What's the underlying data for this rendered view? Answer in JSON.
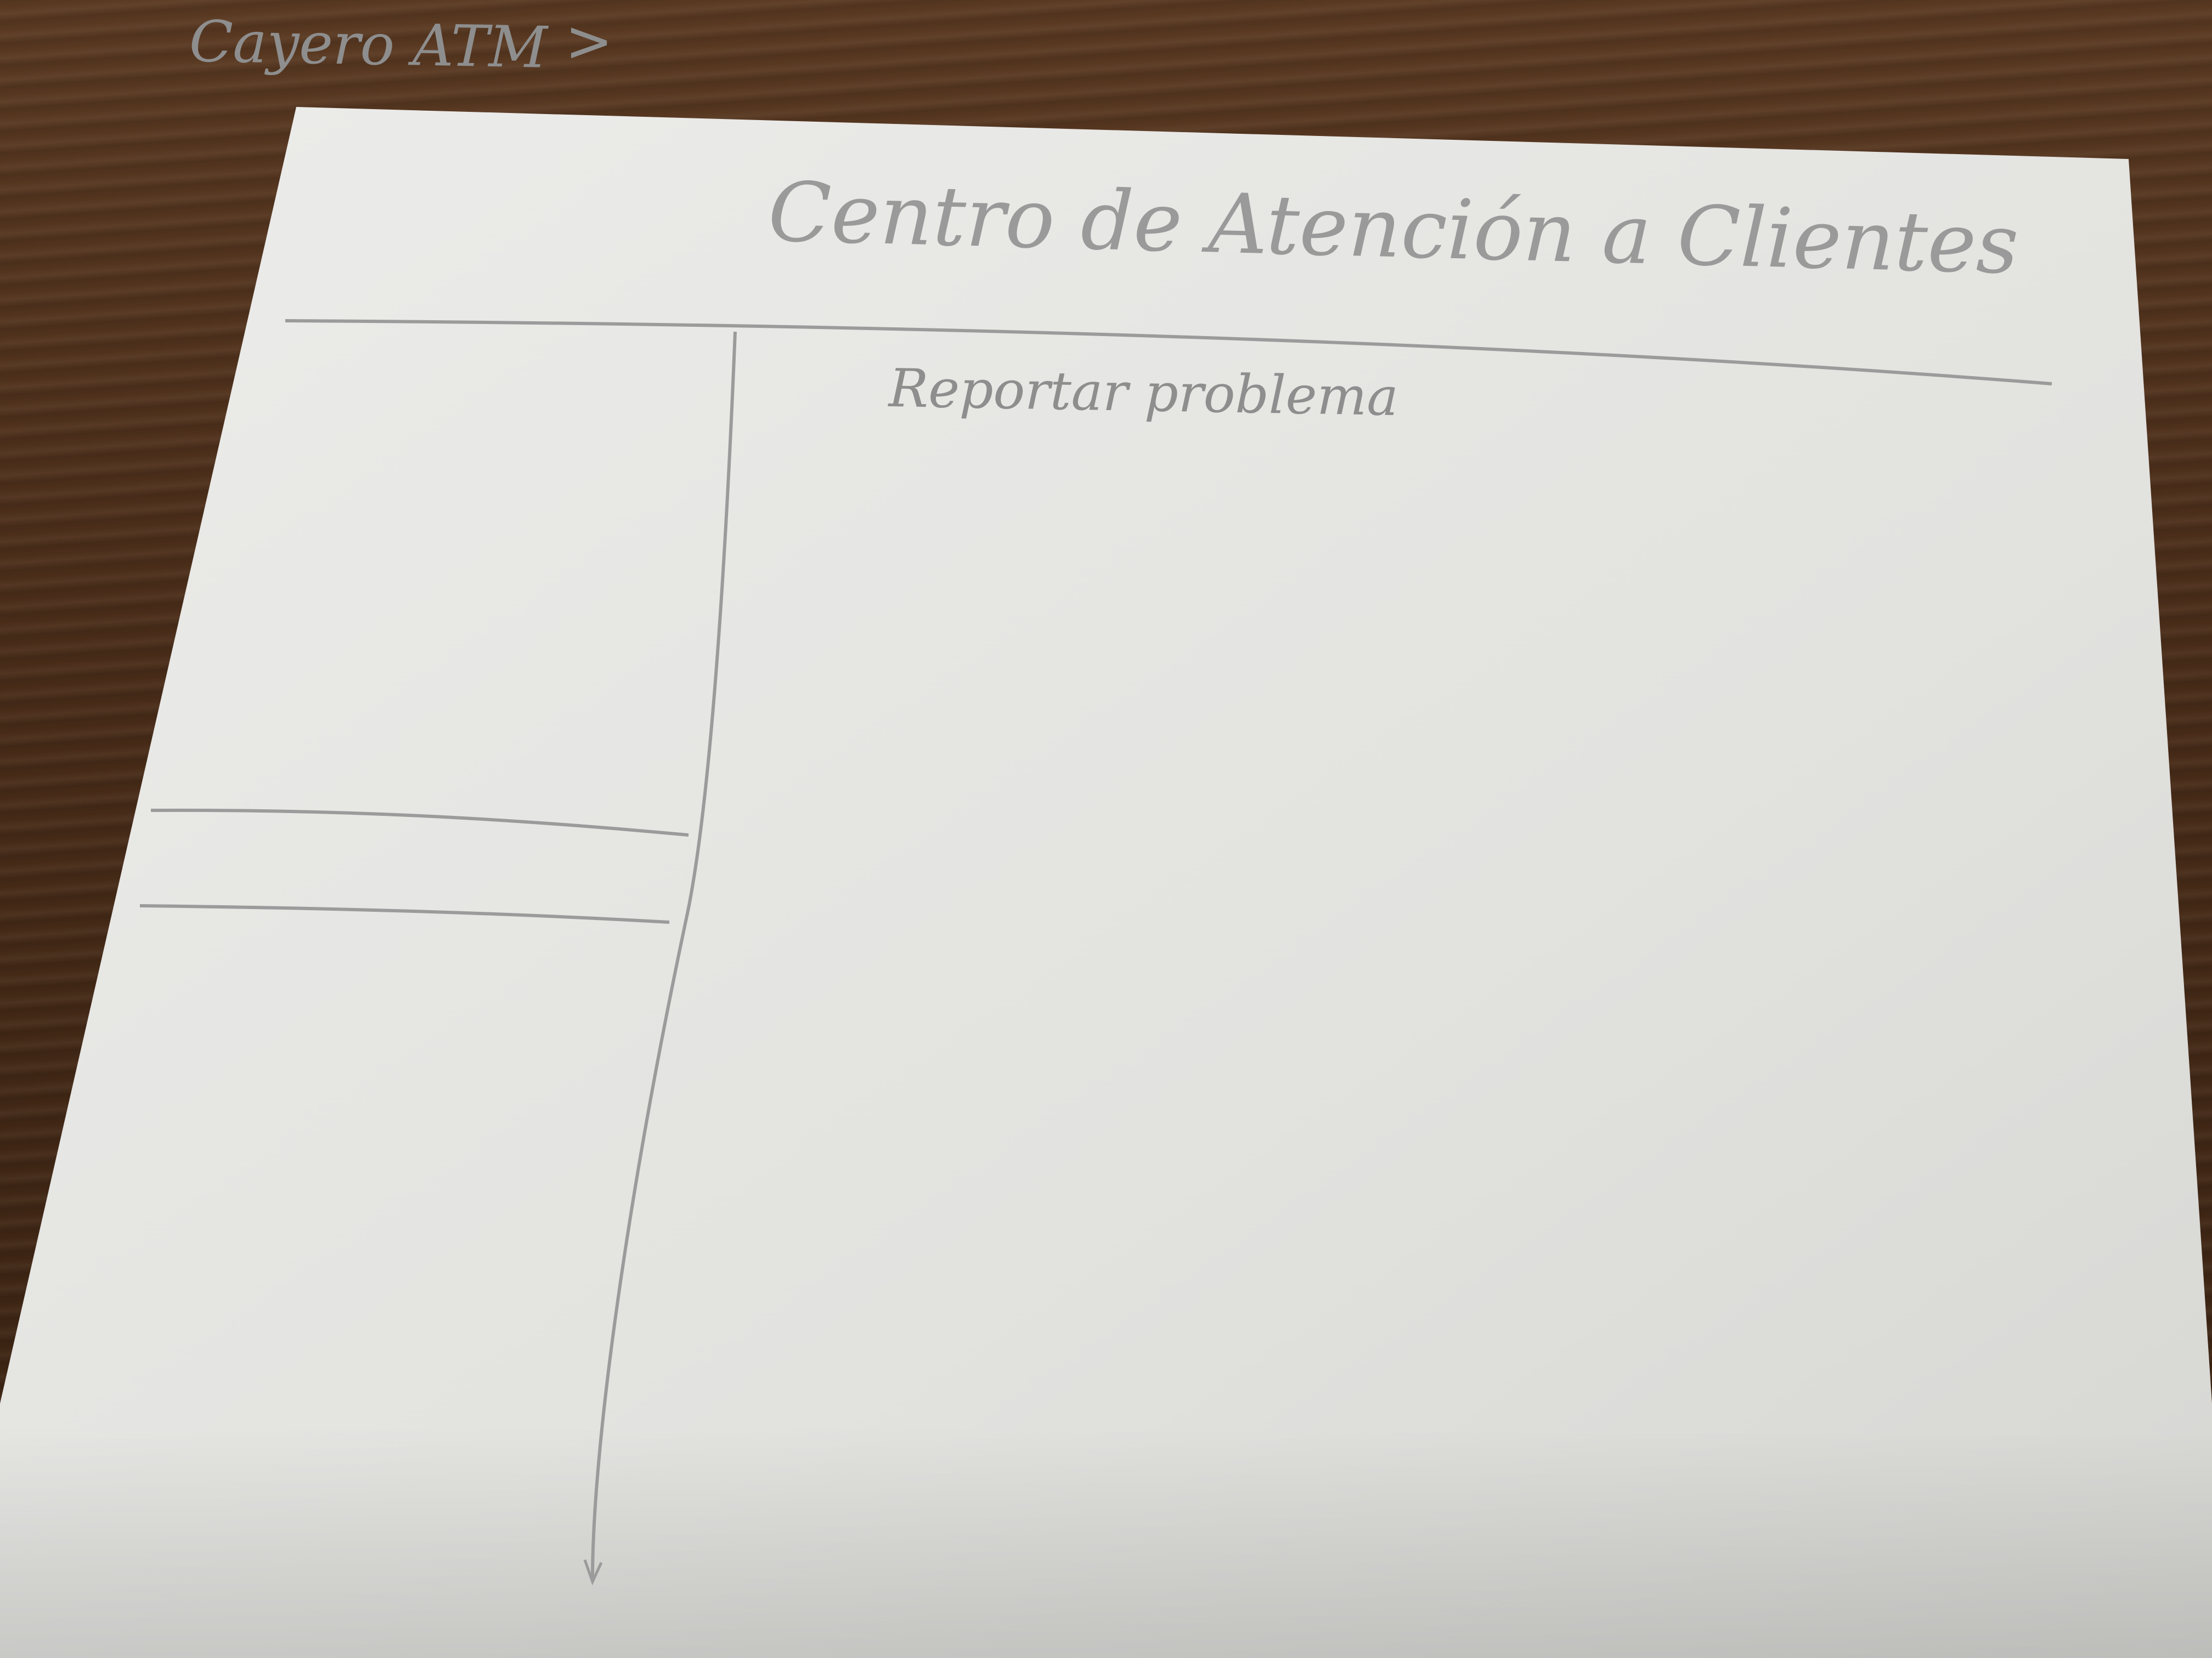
{
  "header": {
    "title": "Centro de Atención a Clientes"
  },
  "main": {
    "heading": "Reportar problema"
  },
  "sidebar": {
    "items": [
      {
        "label": "Cayero ATM",
        "chevron": ">"
      }
    ]
  },
  "colors": {
    "paper": "#e4e4e1",
    "pencil": "#8e8e8e",
    "wood": "#4a2d19"
  }
}
